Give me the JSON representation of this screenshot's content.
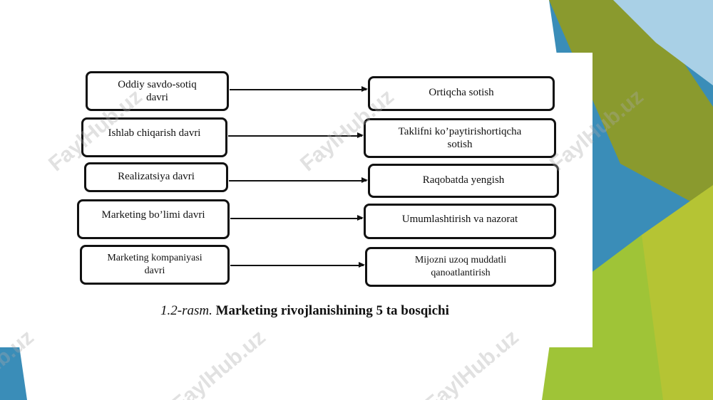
{
  "diagram": {
    "left_boxes": [
      {
        "lines": [
          "Oddiy savdo-sotiq",
          "davri"
        ]
      },
      {
        "lines": [
          "Ishlab chiqarish davri"
        ]
      },
      {
        "lines": [
          "Realizatsiya davri"
        ]
      },
      {
        "lines": [
          "Marketing bo’limi davri"
        ]
      },
      {
        "lines": [
          "Marketing kompaniyasi",
          "davri"
        ]
      }
    ],
    "right_boxes": [
      {
        "lines": [
          "Ortiqcha sotish"
        ]
      },
      {
        "lines": [
          "Taklifni ko’paytirishortiqcha",
          "sotish"
        ]
      },
      {
        "lines": [
          "Raqobatda yengish"
        ]
      },
      {
        "lines": [
          "Umumlashtirish va nazorat"
        ]
      },
      {
        "lines": [
          "Mijozni uzoq muddatli",
          "qanoatlantirish"
        ]
      }
    ],
    "caption_prefix": "1.2-rasm.",
    "caption_title": "Marketing rivojlanishining 5 ta bosqichi"
  },
  "watermark": "FaylHub.uz",
  "colors": {
    "olive": "#8a9a2e",
    "lime": "#b5c434",
    "blue": "#3a8db8",
    "light_blue": "#a9d0e6"
  }
}
